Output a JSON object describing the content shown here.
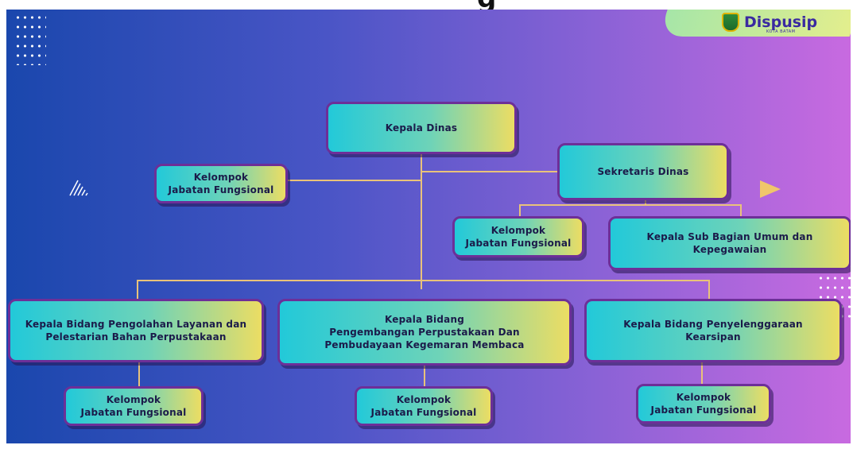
{
  "header": {
    "title_fragment": "g"
  },
  "brand": {
    "name": "Dispusip",
    "subtitle": "KOTA BATAM"
  },
  "nodes": {
    "kepala_dinas": "Kepala Dinas",
    "kjf_left": "Kelompok\nJabatan Fungsional",
    "sekretaris": "Sekretaris Dinas",
    "kjf_sekretaris": "Kelompok\nJabatan Fungsional",
    "kasubag": "Kepala Sub Bagian Umum dan\nKepegawaian",
    "kabid_pengolahan": "Kepala Bidang Pengolahan Layanan dan\nPelestarian Bahan Perpustakaan",
    "kabid_pengembangan": "Kepala Bidang\nPengembangan Perpustakaan Dan\nPembudayaan Kegemaran Membaca",
    "kabid_kearsipan": "Kepala Bidang Penyelenggaraan\nKearsipan",
    "kjf_bottom_1": "Kelompok\nJabatan Fungsional",
    "kjf_bottom_2": "Kelompok\nJabatan Fungsional",
    "kjf_bottom_3": "Kelompok\nJabatan Fungsional"
  },
  "colors": {
    "background_left": "#1a47ad",
    "background_right": "#c86ae0",
    "node_gradient_start": "#22c9d9",
    "node_gradient_end": "#ecdd63",
    "node_border": "#6d2f98",
    "connector": "#e9c27a"
  }
}
